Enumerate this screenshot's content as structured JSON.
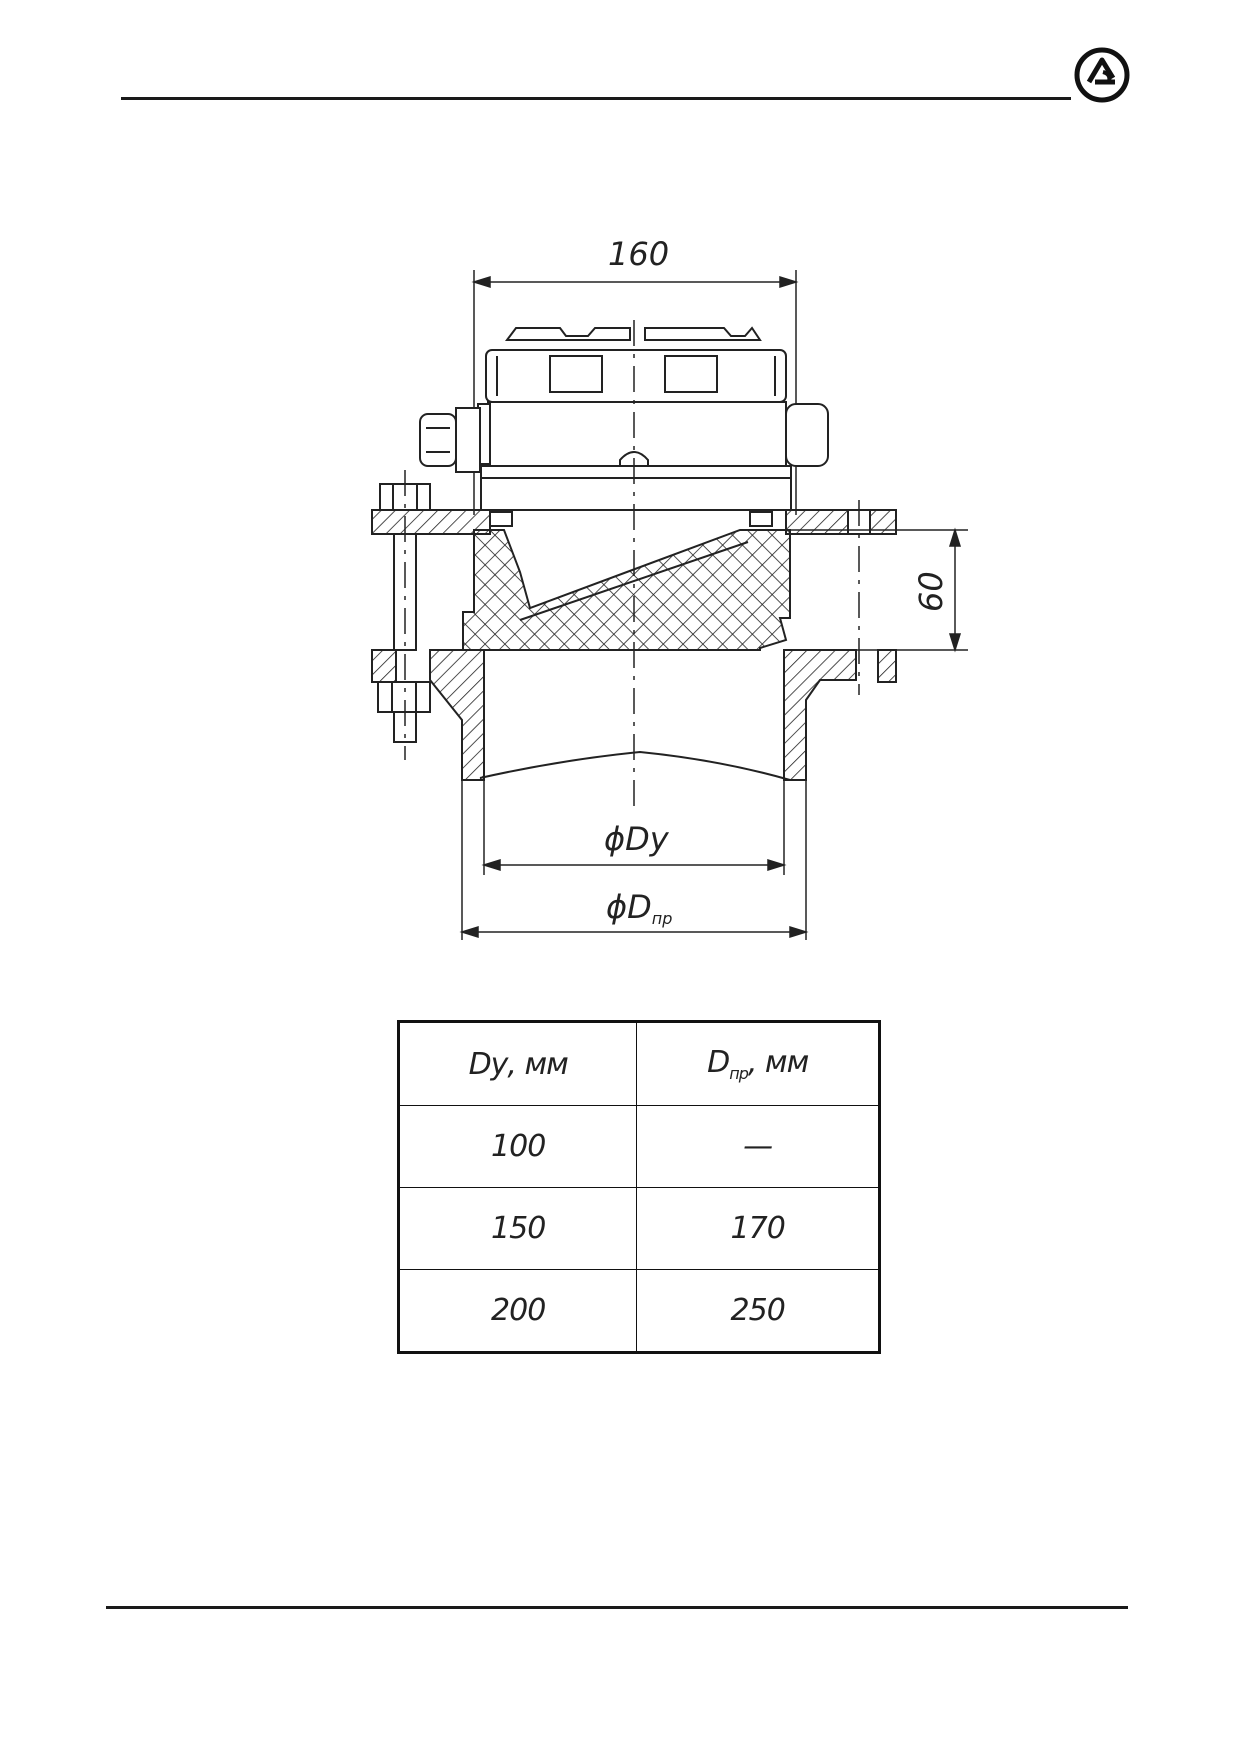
{
  "header": {
    "logo_icon": "company-logo-icon"
  },
  "drawing": {
    "dimensions": {
      "width_label": "160",
      "height_label": "60",
      "dy_label_prefix": "ϕD",
      "dy_label_suffix": "у",
      "dpr_label_prefix": "ϕD",
      "dpr_label_sub": "пр"
    }
  },
  "table": {
    "headers": {
      "dy": "Dу, мм",
      "dpr_main": "D",
      "dpr_sub": "пр",
      "dpr_unit": ", мм"
    },
    "rows": [
      {
        "dy": "100",
        "dpr": "—"
      },
      {
        "dy": "150",
        "dpr": "170"
      },
      {
        "dy": "200",
        "dpr": "250"
      }
    ]
  }
}
